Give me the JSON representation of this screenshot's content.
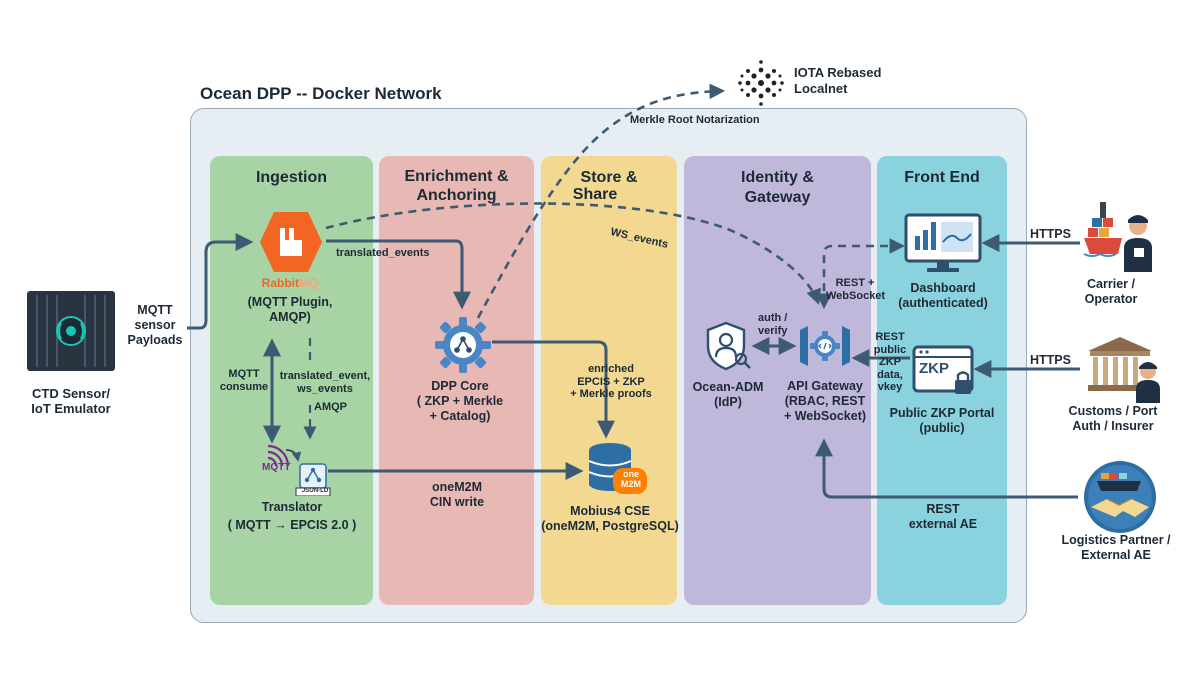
{
  "network": {
    "title": "Ocean DPP --  Docker Network"
  },
  "iota": {
    "line1": "IOTA Rebased",
    "line2": "Localnet"
  },
  "columns": {
    "ingestion": {
      "title": "Ingestion",
      "color": "#a8d3a4"
    },
    "enrichment": {
      "title": "Enrichment &",
      "title2": "Anchoring",
      "color": "#e8b8b4"
    },
    "store": {
      "title": "Store &",
      "title2": "Share",
      "color": "#f3d892"
    },
    "identity": {
      "title": "Identity &",
      "title2": "Gateway",
      "color": "#c0b8db"
    },
    "frontend": {
      "title": "Front End",
      "color": "#8ad2dd"
    }
  },
  "nodes": {
    "sensor": {
      "line1": "CTD Sensor/",
      "line2": "IoT Emulator"
    },
    "rabbitmq": {
      "logo": "Rabbit",
      "logo2": "MQ",
      "line1": "(MQTT Plugin,",
      "line2": "AMQP)"
    },
    "translator": {
      "line1": "Translator",
      "line2": "( MQTT → EPCIS 2.0 )",
      "badge1": "MQTT",
      "badge2": "JSON-LD"
    },
    "dpp_core": {
      "line1": "DPP Core",
      "line2": "( ZKP + Merkle",
      "line3": "+ Catalog)"
    },
    "mobius": {
      "line1": "Mobius4 CSE",
      "line2": "(oneM2M, PostgreSQL)",
      "badge1": "one",
      "badge2": "M2M"
    },
    "ocean_adm": {
      "line1": "Ocean-ADM",
      "line2": "(IdP)"
    },
    "api_gateway": {
      "line1": "API Gateway",
      "line2": "(RBAC, REST",
      "line3": "+ WebSocket)"
    },
    "dashboard": {
      "line1": "Dashboard",
      "line2": "(authenticated)"
    },
    "zkp_portal": {
      "line1": "Public ZKP Portal",
      "line2": "(public)",
      "badge": "ZKP"
    },
    "carrier": {
      "line1": "Carrier  /",
      "line2": "Operator"
    },
    "customs": {
      "line1": "Customs / Port",
      "line2": "Auth / Insurer"
    },
    "logistics": {
      "line1": "Logistics Partner /",
      "line2": "External AE"
    }
  },
  "edges": {
    "mqtt_payloads": [
      "MQTT",
      "sensor",
      "Payloads"
    ],
    "merkle_notarization": "Merkle Root Notarization",
    "ws_events": "WS_events",
    "translated_events": "translated_events",
    "mqtt_consume": [
      "MQTT",
      "consume"
    ],
    "translated_ws": [
      "translated_event,",
      "ws_events"
    ],
    "amqp": "AMQP",
    "onem2m_cin": [
      "oneM2M",
      "CIN write"
    ],
    "enriched": [
      "enriched",
      "EPCIS + ZKP",
      "+ Merkle proofs"
    ],
    "auth_verify": [
      "auth /",
      "verify"
    ],
    "rest_ws": [
      "REST +",
      "WebSocket"
    ],
    "rest_public": [
      "REST",
      "public",
      "ZKP",
      "data,",
      "vkey"
    ],
    "https1": "HTTPS",
    "https2": "HTTPS",
    "rest_external": [
      "REST",
      "external AE"
    ]
  },
  "colors": {
    "arrow": "#3d5a73",
    "rabbit": "#f26522",
    "mongo_blue": "#2f6ea5",
    "onem2m": "#ff7f00"
  }
}
